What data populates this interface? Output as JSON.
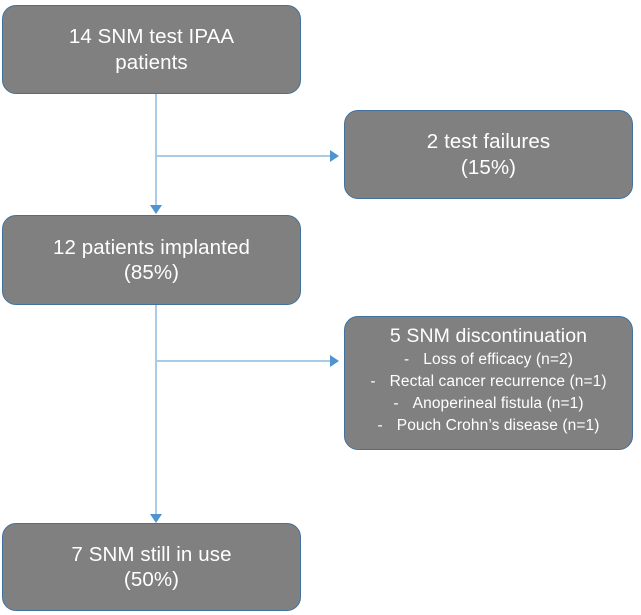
{
  "diagram": {
    "type": "flowchart",
    "title": "SNM test IPAA patient outcomes flow",
    "colors": {
      "node_fill": "#808080",
      "node_border": "#41719C",
      "node_text": "#FFFFFF",
      "connector_line": "#A8CBE8",
      "arrow_head": "#4F93D0",
      "background": "#FFFFFF"
    },
    "nodes": [
      {
        "id": "test-patients",
        "lines": [
          "14 SNM test IPAA",
          "patients"
        ],
        "line1": "14 SNM test IPAA",
        "line2": "patients"
      },
      {
        "id": "test-failures",
        "lines": [
          "2 test failures",
          "(15%)"
        ],
        "line1": "2 test failures",
        "line2": "(15%)"
      },
      {
        "id": "implanted",
        "lines": [
          "12 patients implanted",
          "(85%)"
        ],
        "line1": "12 patients implanted",
        "line2": "(85%)"
      },
      {
        "id": "discontinuation",
        "title": "5 SNM discontinuation",
        "bullet_marker": "-",
        "items": [
          "Loss of efficacy (n=2)",
          "Rectal cancer recurrence (n=1)",
          "Anoperineal fistula (n=1)",
          "Pouch Crohn’s disease (n=1)"
        ]
      },
      {
        "id": "still-in-use",
        "lines": [
          "7 SNM still in use",
          "(50%)"
        ],
        "line1": "7 SNM still in use",
        "line2": "(50%)"
      }
    ],
    "edges": [
      {
        "id": "edge-test-to-implanted",
        "from": "test-patients",
        "to": "implanted",
        "direction": "down"
      },
      {
        "id": "edge-test-to-failures",
        "from": "test-patients",
        "to": "test-failures",
        "direction": "right"
      },
      {
        "id": "edge-implanted-to-inuse",
        "from": "implanted",
        "to": "still-in-use",
        "direction": "down"
      },
      {
        "id": "edge-implanted-to-disc",
        "from": "implanted",
        "to": "discontinuation",
        "direction": "right"
      }
    ]
  }
}
